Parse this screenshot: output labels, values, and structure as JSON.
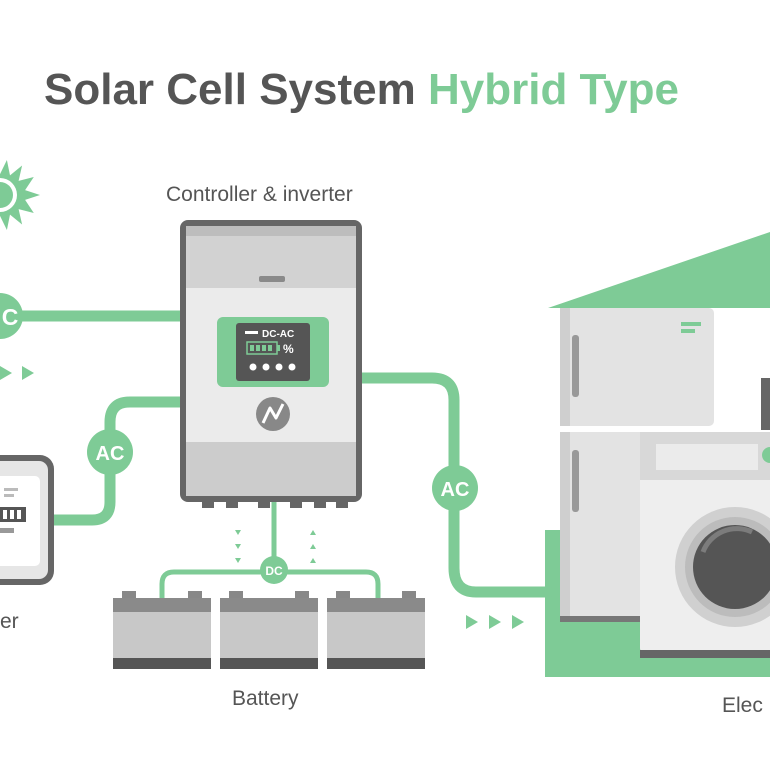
{
  "title": {
    "part1": "Solar Cell System",
    "part2": "Hybrid Type"
  },
  "labels": {
    "controller": "Controller & inverter",
    "battery": "Battery",
    "meter": "er",
    "electric": "Elec"
  },
  "inverter_screen": {
    "mode": "DC-AC",
    "unit": "%"
  },
  "connections": {
    "ac_solar": "C",
    "ac_grid": "AC",
    "ac_load": "AC",
    "dc_battery": "DC"
  },
  "colors": {
    "accent_green": "#7ecb96",
    "dark_green": "#5fb57c",
    "title_gray": "#555555",
    "device_gray": "#c8c8c8",
    "outline_gray": "#666666"
  },
  "icons": [
    "sun-icon",
    "lightning-icon",
    "battery-level-icon",
    "arrow-icon"
  ]
}
